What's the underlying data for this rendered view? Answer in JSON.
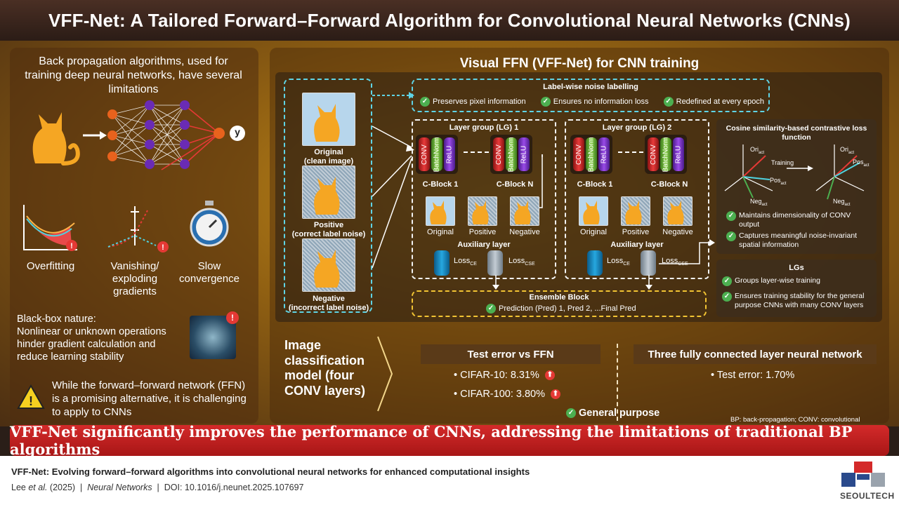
{
  "title": "VFF-Net: A Tailored Forward–Forward Algorithm for Convolutional Neural Networks (CNNs)",
  "left_panel": {
    "heading": "Back propagation algorithms, used for training deep neural networks, have several limitations",
    "output_label": "y",
    "issues": [
      "Overfitting",
      "Vanishing/\nexploding\ngradients",
      "Slow\nconvergence"
    ],
    "blackbox_title": "Black-box nature:",
    "blackbox_text": "Nonlinear or unknown operations hinder gradient calculation and reduce learning stability",
    "ffn_text": "While the forward–forward network (FFN) is a promising alternative, it is challenging to apply to CNNs",
    "alert_mark": "!"
  },
  "main": {
    "title": "Visual FFN (VFF-Net) for CNN training",
    "inputs": [
      {
        "label": "Original\n(clean image)"
      },
      {
        "label": "Positive\n(correct label noise)"
      },
      {
        "label": "Negative\n(incorrect label noise)"
      }
    ],
    "labelwise": {
      "title": "Label-wise noise labelling",
      "items": [
        "Preserves pixel information",
        "Ensures no information loss",
        "Redefined at every epoch"
      ]
    },
    "layer_groups": [
      {
        "title": "Layer group (LG) 1"
      },
      {
        "title": "Layer group (LG) 2"
      }
    ],
    "cells": [
      "CONV",
      "BatchNorm",
      "ReLU"
    ],
    "block_labels": [
      "C-Block 1",
      "C-Block N"
    ],
    "thumb_labels": [
      "Original",
      "Positive",
      "Negative"
    ],
    "aux_title": "Auxiliary layer",
    "loss_ce": "Loss",
    "loss_ce_sub": "CE",
    "loss_cse": "Loss",
    "loss_cse_sub": "CSE",
    "ensemble": {
      "title": "Ensemble Block",
      "item": "Prediction (Pred) 1, Pred 2, ...Final Pred"
    },
    "cosine": {
      "title": "Cosine similarity-based contrastive loss function",
      "training": "Training",
      "ori": "Ori",
      "pos": "Pos",
      "neg": "Neg",
      "sub": "act",
      "items": [
        "Maintains dimensionality of CONV output",
        "Captures meaningful noise-invariant spatial information"
      ]
    },
    "lgs": {
      "title": "LGs",
      "items": [
        "Groups layer-wise training",
        "Ensures training stability for the general purpose CNNs with many CONV layers"
      ]
    },
    "check_mark": "✓",
    "up_mark": "⬆"
  },
  "results": {
    "model_text": "Image classification model (four CONV layers)",
    "test_error_header": "Test error vs FFN",
    "cifar10": "• CIFAR-10: 8.31%",
    "cifar100": "• CIFAR-100: 3.80%",
    "general_purpose": "General purpose",
    "fc_header": "Three fully connected layer neural network",
    "fc_error": "• Test error: 1.70%",
    "abbreviations": "BP: back-propagation; CONV: convolutional"
  },
  "banner": "VFF-Net significantly improves the performance of CNNs, addressing the limitations of traditional BP algorithms",
  "footer": {
    "title": "VFF-Net: Evolving forward–forward algorithms into convolutional neural networks for enhanced computational insights",
    "authors": "Lee ",
    "etal": "et al.",
    "year": " (2025)  |  ",
    "journal": "Neural Networks",
    "doi": "  |  DOI: 10.1016/j.neunet.2025.107697",
    "logo": "SEOULTECH"
  },
  "colors": {
    "accent_red": "#d42a2a",
    "cyan": "#5fd4e6",
    "yellow": "#f2c433",
    "check_green": "#4caf50"
  }
}
